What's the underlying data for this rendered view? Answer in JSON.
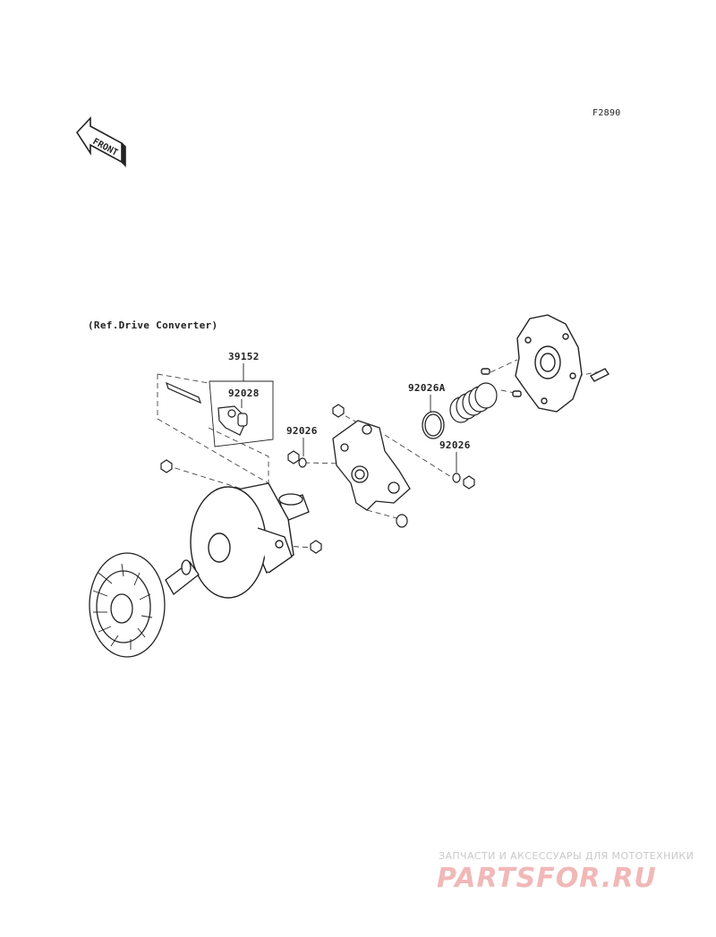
{
  "diagram": {
    "figure_code": "F2890",
    "front_marker": "FRONT",
    "reference_note": "(Ref.Drive Converter)",
    "part_labels": {
      "p39152": "39152",
      "p92028": "92028",
      "p92026_left": "92026",
      "p92026A": "92026A",
      "p92026_right": "92026"
    }
  },
  "watermark": {
    "tagline": "ЗАПЧАСТИ И АКСЕССУАРЫ ДЛЯ МОТОТЕХНИКИ",
    "brand": "PARTSFOR.RU"
  },
  "colors": {
    "line": "#222222",
    "watermark_text": "#c9c9c9",
    "watermark_brand": "#f1b8b8"
  }
}
